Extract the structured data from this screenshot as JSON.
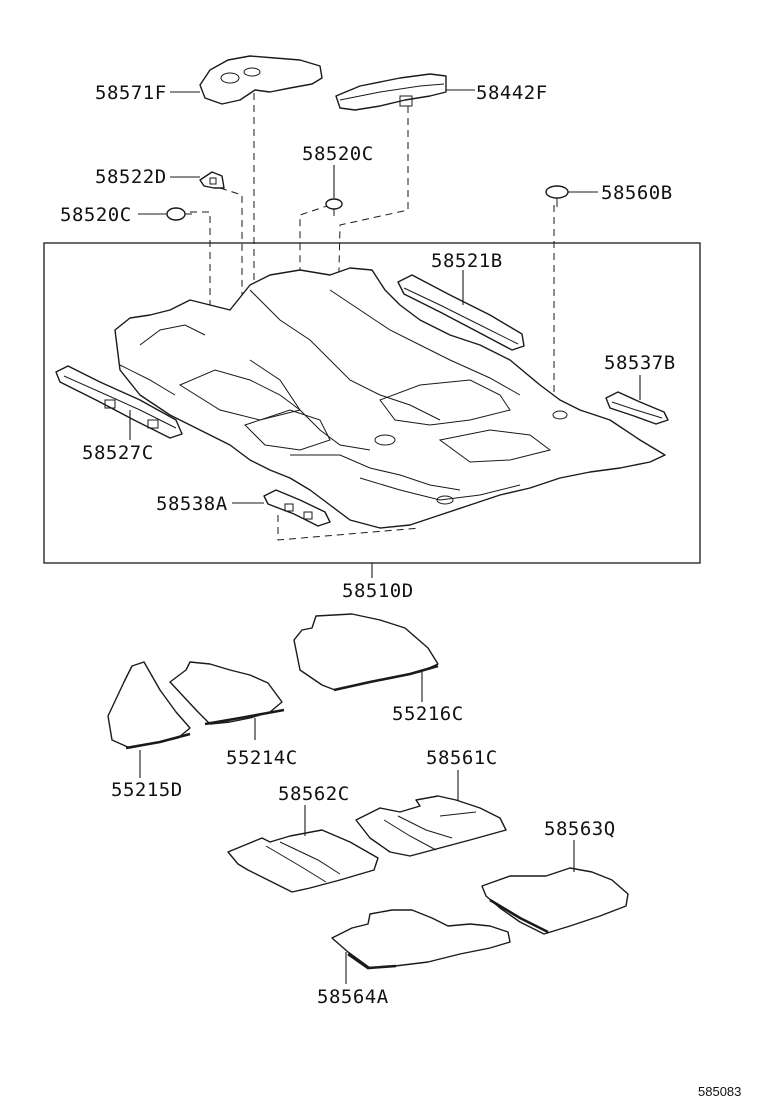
{
  "labels": {
    "p58571F": "58571F",
    "p58442F": "58442F",
    "p58520C_top": "58520C",
    "p58522D": "58522D",
    "p58520C_left": "58520C",
    "p58560B": "58560B",
    "p58521B": "58521B",
    "p58537B": "58537B",
    "p58527C": "58527C",
    "p58538A": "58538A",
    "p58510D": "58510D",
    "p55216C": "55216C",
    "p55214C": "55214C",
    "p55215D": "55215D",
    "p58561C": "58561C",
    "p58562C": "58562C",
    "p58563Q": "58563Q",
    "p58564A": "58564A"
  },
  "reference_number": "585083",
  "line_color": "#1a1a1a"
}
